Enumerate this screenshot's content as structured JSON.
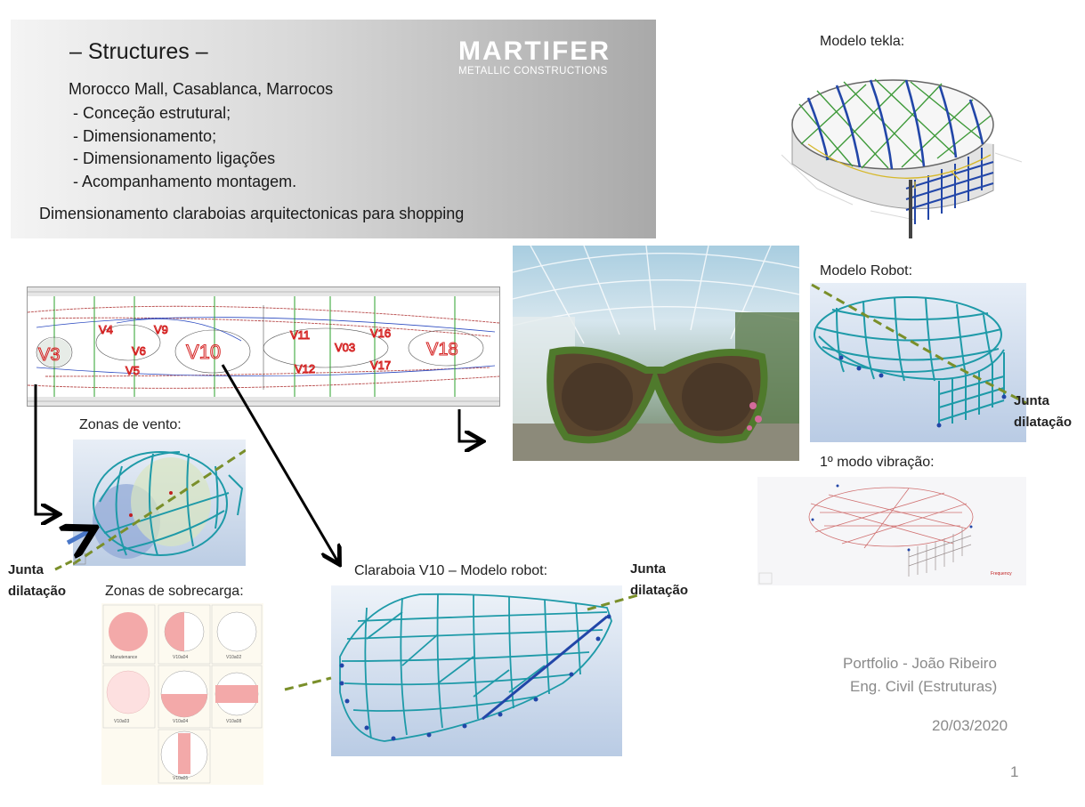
{
  "header": {
    "title": "– Structures –",
    "project": "Morocco Mall, Casablanca, Marrocos",
    "bullets": [
      "- Conceção estrutural;",
      "- Dimensionamento;",
      "- Dimensionamento ligações",
      "- Acompanhamento montagem."
    ],
    "summary": "Dimensionamento claraboias arquitectonicas para shopping"
  },
  "logo": {
    "main": "MARTIFER",
    "sub": "METALLIC CONSTRUCTIONS"
  },
  "labels": {
    "modelo_tekla": "Modelo tekla:",
    "modelo_robot": "Modelo Robot:",
    "modo_vibracao": "1º modo vibração:",
    "zonas_vento": "Zonas de vento:",
    "zonas_sobrecarga": "Zonas de sobrecarga:",
    "claraboia_v10": "Claraboia V10 – Modelo robot:",
    "junta_line1": "Junta",
    "junta_line2": "dilatação"
  },
  "plan": {
    "zones": [
      "V3",
      "V4",
      "V9",
      "V6",
      "V5",
      "V10",
      "V11",
      "V03",
      "V16",
      "V12",
      "V17",
      "V18"
    ]
  },
  "footer": {
    "author": "Portfolio - João Ribeiro",
    "role": "Eng. Civil (Estruturas)",
    "date": "20/03/2020",
    "page": "1"
  },
  "colors": {
    "accent_teal": "#1e9aa8",
    "steel_blue": "#2246a8",
    "steel_green": "#3f9a3a",
    "plan_red": "#d42020",
    "joint_line": "#7a8f2a"
  }
}
